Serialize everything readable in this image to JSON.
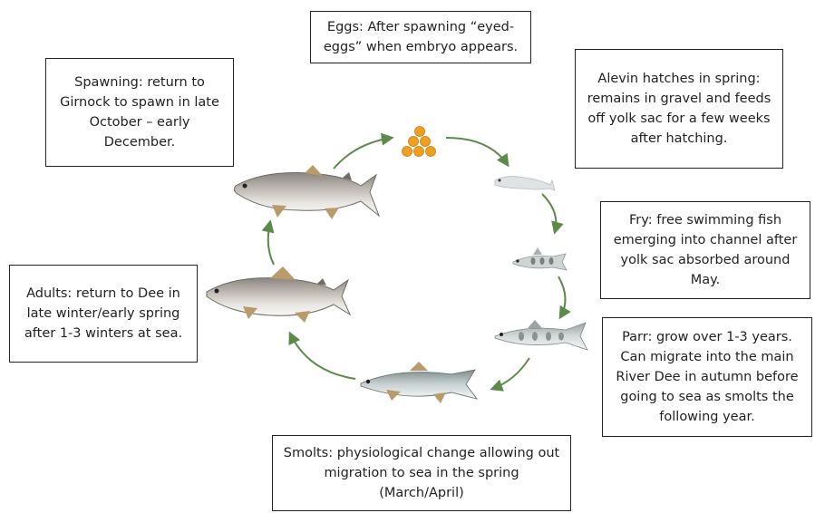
{
  "stages": {
    "eggs": "Eggs: After spawning “eyed-eggs” when embryo appears.",
    "alevin": "Alevin hatches in spring: remains in gravel and feeds off yolk sac for a few weeks after hatching.",
    "fry": "Fry: free swimming fish emerging into channel after yolk sac absorbed around May.",
    "parr": "Parr: grow over 1-3 years. Can migrate into the main River Dee in autumn before going to sea as smolts the following year.",
    "smolts": "Smolts: physiological change allowing out migration to sea in the spring (March/April)",
    "adults": "Adults: return to Dee in late winter/early spring after 1-3 winters at sea.",
    "spawning": "Spawning: return to Girnock to spawn in late October – early December."
  },
  "colors": {
    "arrow": "#5b8a4a",
    "fin": "#b99a6a",
    "egg": "#f0a020",
    "box_border": "#222222"
  }
}
